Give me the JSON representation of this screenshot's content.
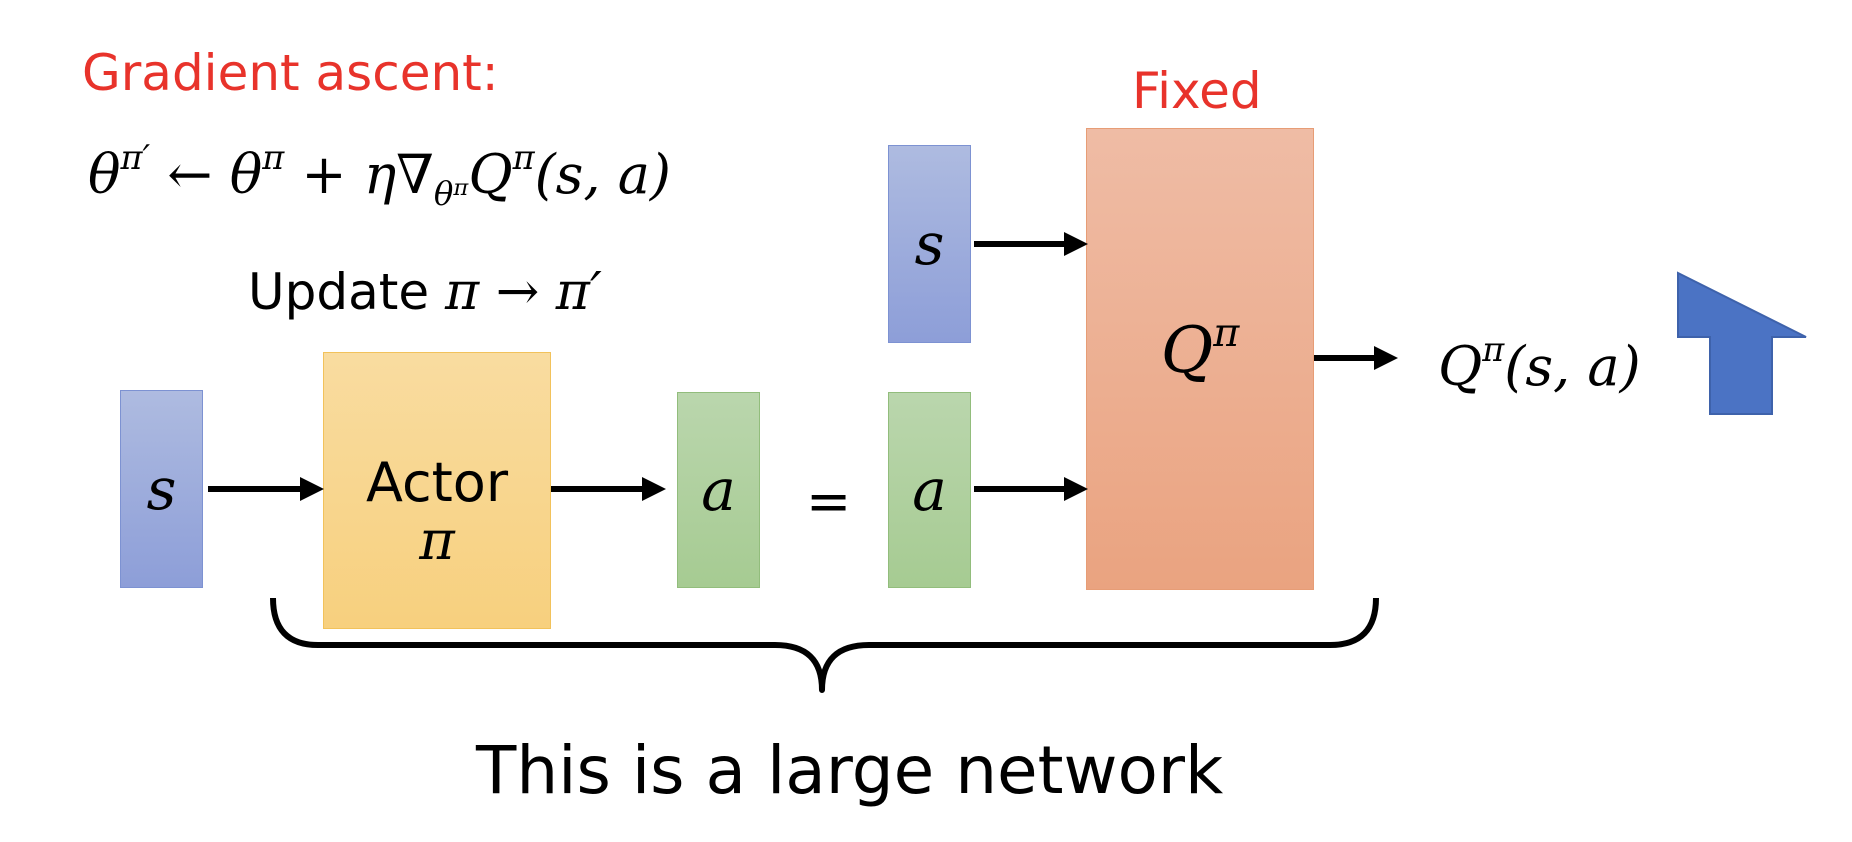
{
  "heading": {
    "gradient_label": "Gradient ascent:",
    "fixed_label": "Fixed"
  },
  "equation": {
    "theta": "θ",
    "pi_prime": "π′",
    "arrow": "←",
    "theta2": "θ",
    "pi": "π",
    "plus": "+",
    "eta_nabla": "η∇",
    "sub_theta": "θ",
    "sub_pi": "π",
    "q": "Q",
    "q_sup": "π",
    "args": "(s, a)"
  },
  "update": {
    "word": "Update",
    "expr": "π → π′"
  },
  "diagram": {
    "input_s": "s",
    "actor_title": "Actor",
    "actor_symbol": "π",
    "output_a": "a",
    "equals": "=",
    "critic_input_s": "s",
    "critic_input_a": "a",
    "critic_q": "Q",
    "critic_q_sup": "π",
    "out_q": "Q",
    "out_q_sup": "π",
    "out_args": "(s, a)"
  },
  "caption": "This is a large network",
  "colors": {
    "red_text": "#e8332b",
    "blue_box": "#8d9ed8",
    "green_box": "#a6cb92",
    "yellow_box": "#f7d07e",
    "salmon_box": "#eaa380",
    "up_arrow": "#4b73c4"
  },
  "icons": [
    "right-arrow-icon",
    "up-arrow-icon",
    "curly-brace-icon"
  ]
}
